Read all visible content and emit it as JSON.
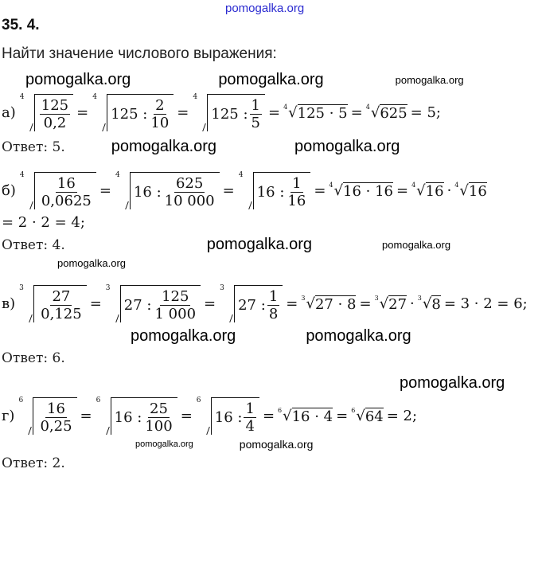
{
  "header": "35. 4.",
  "task": "Найти значение числового выражения:",
  "watermark_top": "pomogalka.org",
  "watermarks": [
    {
      "text": "pomogalka.org",
      "size": 20
    },
    {
      "text": "pomogalka.org",
      "size": 20
    },
    {
      "text": "pomogalka.org",
      "size": 13
    },
    {
      "text": "pomogalka.org",
      "size": 20
    },
    {
      "text": "pomogalka.org",
      "size": 20
    },
    {
      "text": "pomogalka.org",
      "size": 20
    },
    {
      "text": "pomogalka.org",
      "size": 13
    },
    {
      "text": "pomogalka.org",
      "size": 13
    },
    {
      "text": "pomogalka.org",
      "size": 20
    },
    {
      "text": "pomogalka.org",
      "size": 20
    },
    {
      "text": "pomogalka.org",
      "size": 20
    },
    {
      "text": "pomogalka.org",
      "size": 11
    },
    {
      "text": "pomogalka.org",
      "size": 14
    }
  ],
  "equations": [
    [
      {
        "t": "text",
        "v": "а)"
      },
      {
        "t": "root",
        "n": "4",
        "body": [
          {
            "t": "frac",
            "num": "125",
            "den": "0,2"
          }
        ]
      },
      {
        "t": "text",
        "v": "="
      },
      {
        "t": "root",
        "n": "4",
        "body": [
          {
            "t": "text",
            "v": "125 :"
          },
          {
            "t": "frac",
            "num": "2",
            "den": "10"
          }
        ]
      },
      {
        "t": "text",
        "v": "="
      },
      {
        "t": "root",
        "n": "4",
        "body": [
          {
            "t": "text",
            "v": "125 :"
          },
          {
            "t": "frac",
            "num": "1",
            "den": "5"
          }
        ]
      },
      {
        "t": "text",
        "v": "="
      },
      {
        "t": "sroot",
        "n": "4",
        "v": "125 · 5"
      },
      {
        "t": "text",
        "v": "="
      },
      {
        "t": "sroot",
        "n": "4",
        "v": "625"
      },
      {
        "t": "text",
        "v": "= 5;"
      }
    ],
    [
      {
        "t": "text",
        "v": "б)"
      },
      {
        "t": "root",
        "n": "4",
        "body": [
          {
            "t": "frac",
            "num": "16",
            "den": "0,0625"
          }
        ]
      },
      {
        "t": "text",
        "v": "="
      },
      {
        "t": "root",
        "n": "4",
        "body": [
          {
            "t": "text",
            "v": "16 :"
          },
          {
            "t": "frac",
            "num": "625",
            "den": "10 000"
          }
        ]
      },
      {
        "t": "text",
        "v": "="
      },
      {
        "t": "root",
        "n": "4",
        "body": [
          {
            "t": "text",
            "v": "16 :"
          },
          {
            "t": "frac",
            "num": "1",
            "den": "16"
          }
        ]
      },
      {
        "t": "text",
        "v": "="
      },
      {
        "t": "sroot",
        "n": "4",
        "v": "16 · 16"
      },
      {
        "t": "text",
        "v": "="
      },
      {
        "t": "sroot",
        "n": "4",
        "v": "16"
      },
      {
        "t": "text",
        "v": "·"
      },
      {
        "t": "sroot",
        "n": "4",
        "v": "16"
      },
      {
        "t": "text",
        "v": "= 2 · 2 = 4;"
      }
    ],
    [
      {
        "t": "text",
        "v": "в)"
      },
      {
        "t": "root",
        "n": "3",
        "body": [
          {
            "t": "frac",
            "num": "27",
            "den": "0,125"
          }
        ]
      },
      {
        "t": "text",
        "v": "="
      },
      {
        "t": "root",
        "n": "3",
        "body": [
          {
            "t": "text",
            "v": "27 :"
          },
          {
            "t": "frac",
            "num": "125",
            "den": "1 000"
          }
        ]
      },
      {
        "t": "text",
        "v": "="
      },
      {
        "t": "root",
        "n": "3",
        "body": [
          {
            "t": "text",
            "v": "27 :"
          },
          {
            "t": "frac",
            "num": "1",
            "den": "8"
          }
        ]
      },
      {
        "t": "text",
        "v": "="
      },
      {
        "t": "sroot",
        "n": "3",
        "v": "27 · 8"
      },
      {
        "t": "text",
        "v": "="
      },
      {
        "t": "sroot",
        "n": "3",
        "v": "27"
      },
      {
        "t": "text",
        "v": "·"
      },
      {
        "t": "sroot",
        "n": "3",
        "v": "8"
      },
      {
        "t": "text",
        "v": "= 3 · 2 = 6;"
      }
    ],
    [
      {
        "t": "text",
        "v": "г)"
      },
      {
        "t": "root",
        "n": "6",
        "body": [
          {
            "t": "frac",
            "num": "16",
            "den": "0,25"
          }
        ]
      },
      {
        "t": "text",
        "v": "="
      },
      {
        "t": "root",
        "n": "6",
        "body": [
          {
            "t": "text",
            "v": "16 :"
          },
          {
            "t": "frac",
            "num": "25",
            "den": "100"
          }
        ]
      },
      {
        "t": "text",
        "v": "="
      },
      {
        "t": "root",
        "n": "6",
        "body": [
          {
            "t": "text",
            "v": "16 :"
          },
          {
            "t": "frac",
            "num": "1",
            "den": "4"
          }
        ]
      },
      {
        "t": "text",
        "v": "="
      },
      {
        "t": "sroot",
        "n": "6",
        "v": "16 · 4"
      },
      {
        "t": "text",
        "v": "="
      },
      {
        "t": "sroot",
        "n": "6",
        "v": "64"
      },
      {
        "t": "text",
        "v": "= 2;"
      }
    ]
  ],
  "answers": [
    "Ответ:  5.",
    "Ответ:  4.",
    "Ответ:  6.",
    "Ответ:  2."
  ]
}
